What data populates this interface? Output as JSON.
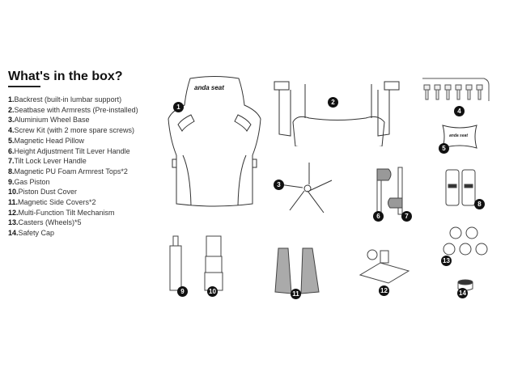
{
  "heading": {
    "title": "What's in the box?"
  },
  "items": [
    {
      "num": "1.",
      "label": "Backrest (built-in lumbar support)"
    },
    {
      "num": "2.",
      "label": "Seatbase with Armrests (Pre-installed)"
    },
    {
      "num": "3.",
      "label": "Aluminium Wheel Base"
    },
    {
      "num": "4.",
      "label": "Screw Kit (with 2 more spare screws)"
    },
    {
      "num": "5.",
      "label": "Magnetic Head Pillow"
    },
    {
      "num": "6.",
      "label": "Height Adjustment Tilt Lever Handle"
    },
    {
      "num": "7.",
      "label": "Tilt Lock Lever Handle"
    },
    {
      "num": "8.",
      "label": "Magnetic PU Foam Armrest Tops*2"
    },
    {
      "num": "9.",
      "label": "Gas Piston"
    },
    {
      "num": "10.",
      "label": "Piston Dust Cover"
    },
    {
      "num": "11.",
      "label": "Magnetic Side Covers*2"
    },
    {
      "num": "12.",
      "label": "Multi-Function Tilt Mechanism"
    },
    {
      "num": "13.",
      "label": "Casters (Wheels)*5"
    },
    {
      "num": "14.",
      "label": "Safety Cap"
    }
  ],
  "badges": {
    "b1": "1",
    "b2": "2",
    "b3": "3",
    "b4": "4",
    "b5": "5",
    "b6": "6",
    "b7": "7",
    "b8": "8",
    "b9": "9",
    "b10": "10",
    "b11": "11",
    "b12": "12",
    "b13": "13",
    "b14": "14"
  },
  "brand": {
    "logo_text": "anda seat"
  }
}
